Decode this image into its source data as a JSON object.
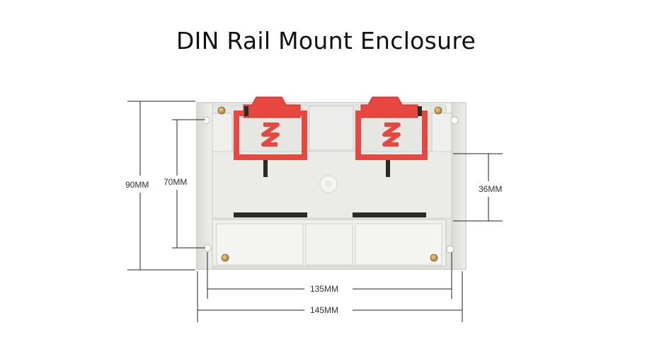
{
  "title": "DIN Rail Mount Enclosure",
  "dimensions": {
    "height_outer": "90MM",
    "height_inner": "70MM",
    "depth_step": "36MM",
    "width_inner": "135MM",
    "width_outer": "145MM"
  },
  "colors": {
    "enclosure_body": "#ececea",
    "enclosure_shadow": "#cfcfcb",
    "din_clip": "#e8473f",
    "dimension_line": "#222222",
    "brass_insert": "#c99a52"
  }
}
